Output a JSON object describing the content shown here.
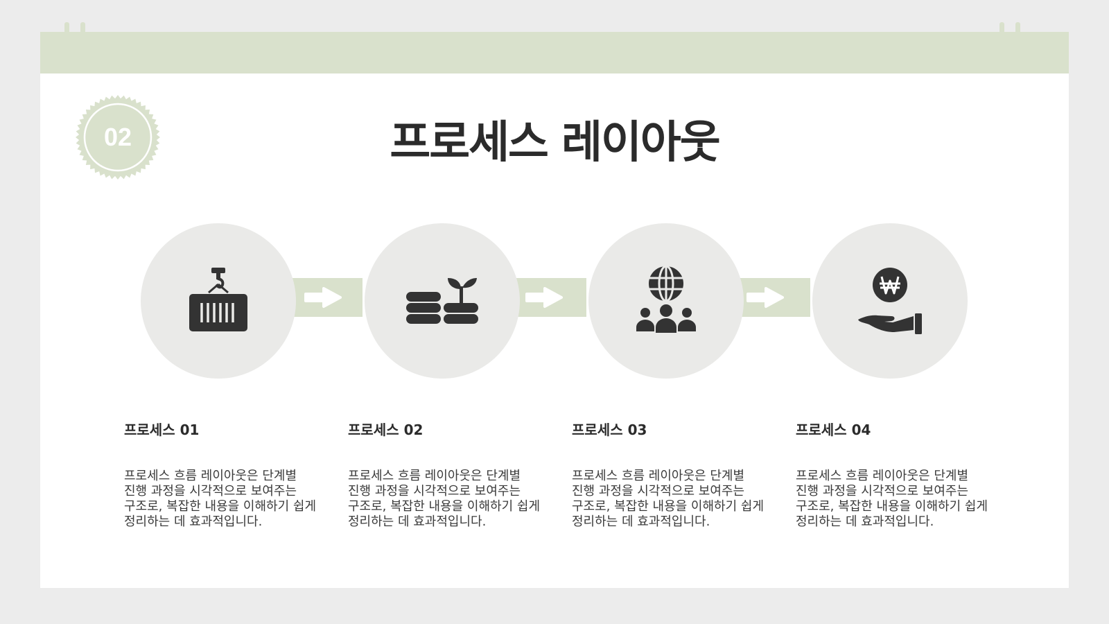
{
  "slide": {
    "badge_number": "02",
    "title": "프로세스 레이아웃"
  },
  "colors": {
    "background": "#ECECEC",
    "card": "#FFFFFF",
    "accent": "#D9E1CC",
    "circle": "#EAEAE8",
    "icon": "#333333",
    "text": "#2B2B2B"
  },
  "steps": [
    {
      "icon": "cargo-container-icon",
      "title": "프로세스 01",
      "description": "프로세스 흐름 레이아웃은 단계별 진행 과정을 시각적으로 보여주는 구조로, 복잡한 내용을 이해하기 쉽게 정리하는 데 효과적입니다."
    },
    {
      "icon": "coins-plant-growth-icon",
      "title": "프로세스 02",
      "description": "프로세스 흐름 레이아웃은 단계별 진행 과정을 시각적으로 보여주는 구조로, 복잡한 내용을 이해하기 쉽게 정리하는 데 효과적입니다."
    },
    {
      "icon": "global-people-icon",
      "title": "프로세스 03",
      "description": "프로세스 흐름 레이아웃은 단계별 진행 과정을 시각적으로 보여주는 구조로, 복잡한 내용을 이해하기 쉽게 정리하는 데 효과적입니다."
    },
    {
      "icon": "hand-won-coin-icon",
      "title": "프로세스 04",
      "description": "프로세스 흐름 레이아웃은 단계별 진행 과정을 시각적으로 보여주는 구조로, 복잡한 내용을 이해하기 쉽게 정리하는 데 효과적입니다."
    }
  ]
}
